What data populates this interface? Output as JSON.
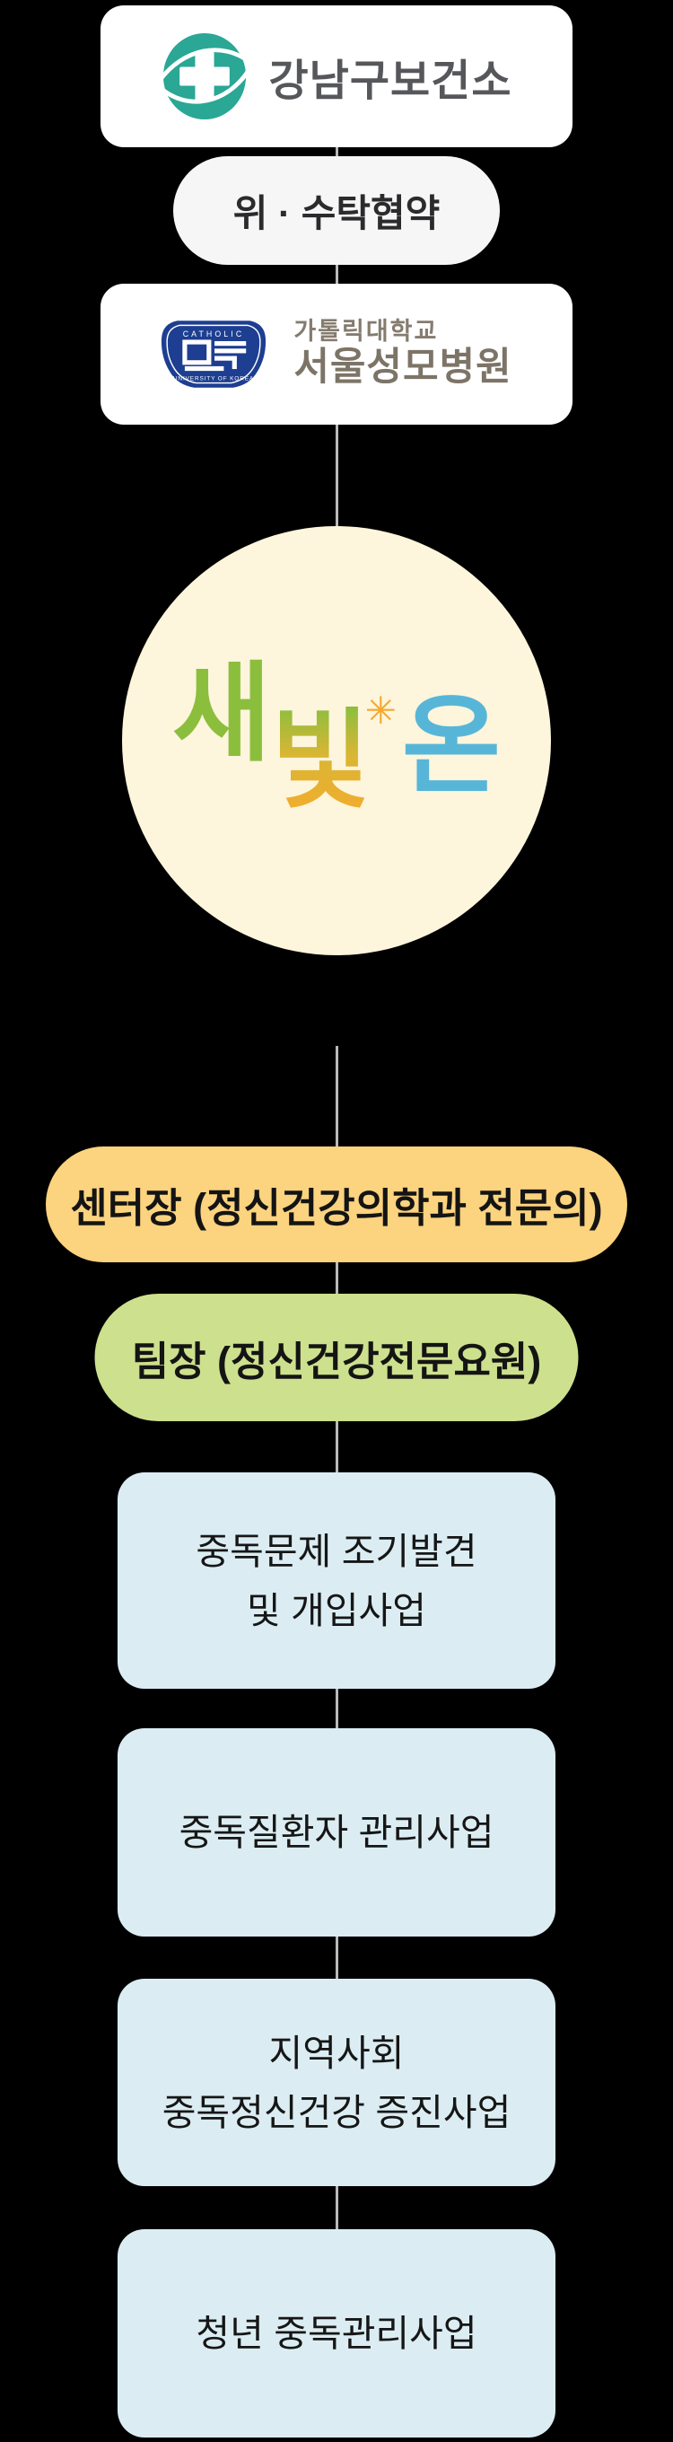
{
  "chart": {
    "partner_top": {
      "name": "강남구보건소",
      "logo": "health-center-cross-logo"
    },
    "agreement": {
      "label": "위 · 수탁협약"
    },
    "partner_hospital": {
      "university": "가톨릭대학교",
      "hospital": "서울성모병원",
      "emblem_top": "CATHOLIC",
      "emblem_bottom": "UNIVERSITY OF KOREA"
    },
    "brand": {
      "char1": "새",
      "char2": "빛",
      "spark": "✳",
      "char3": "온"
    },
    "director": {
      "label": "센터장 (정신건강의학과 전문의)"
    },
    "team_leader": {
      "label": "팀장 (정신건강전문요원)"
    },
    "programs": [
      {
        "lines": [
          "중독문제 조기발견",
          "및 개입사업"
        ]
      },
      {
        "lines": [
          "중독질환자 관리사업"
        ]
      },
      {
        "lines": [
          "지역사회",
          "중독정신건강 증진사업"
        ]
      },
      {
        "lines": [
          "청년 중독관리사업"
        ]
      }
    ],
    "colors": {
      "background": "#000000",
      "node_white": "#ffffff",
      "agreement_bg": "#f6f6f6",
      "brand_circle_bg": "#fdf5dc",
      "director_bg": "#fcd37e",
      "team_leader_bg": "#cde08d",
      "program_bg": "#dbedf3",
      "connector": "#b9b9b9",
      "health_center_teal": "#2aa795",
      "emblem_blue": "#1d3e91",
      "hospital_text": "#7d7468",
      "brand_green": "#8cbe3e",
      "brand_yellow": "#f3ac2e",
      "brand_blue": "#57b6d8"
    }
  }
}
